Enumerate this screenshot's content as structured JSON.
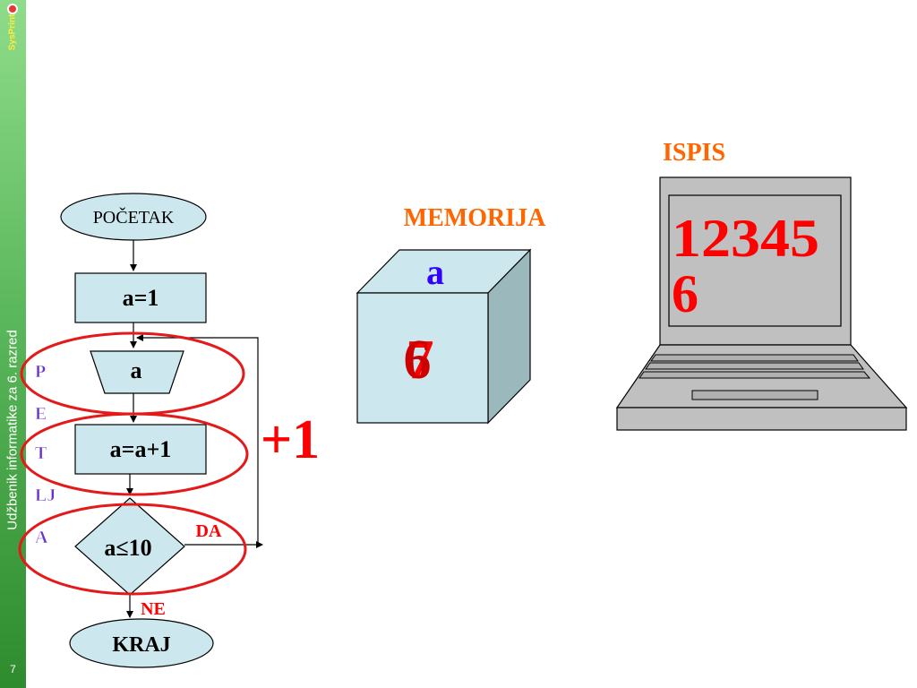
{
  "sidebar": {
    "vertical_text": "Udžbenik informatike za 6. razred",
    "page_number": "7",
    "logo_text": "SysPrint"
  },
  "flowchart": {
    "start": "POČETAK",
    "assign": "a=1",
    "input": "a",
    "increment": "a=a+1",
    "condition": "a≤10",
    "yes_label": "DA",
    "no_label": "NE",
    "end": "KRAJ",
    "loop_label": "+1"
  },
  "loop_letters": [
    "P",
    "E",
    "T",
    "LJ",
    "A"
  ],
  "memory": {
    "title": "MEMORIJA",
    "var_name": "a",
    "value_back": "7",
    "value_front": "6"
  },
  "output": {
    "title": "ISPIS",
    "line1": "12345",
    "line2": "6"
  },
  "colors": {
    "accent_red": "#ff0000",
    "title_orange": "#ff6600",
    "var_blue": "#3300ff",
    "shape_fill": "#cce8ee",
    "letter_purple": "#6633cc"
  }
}
